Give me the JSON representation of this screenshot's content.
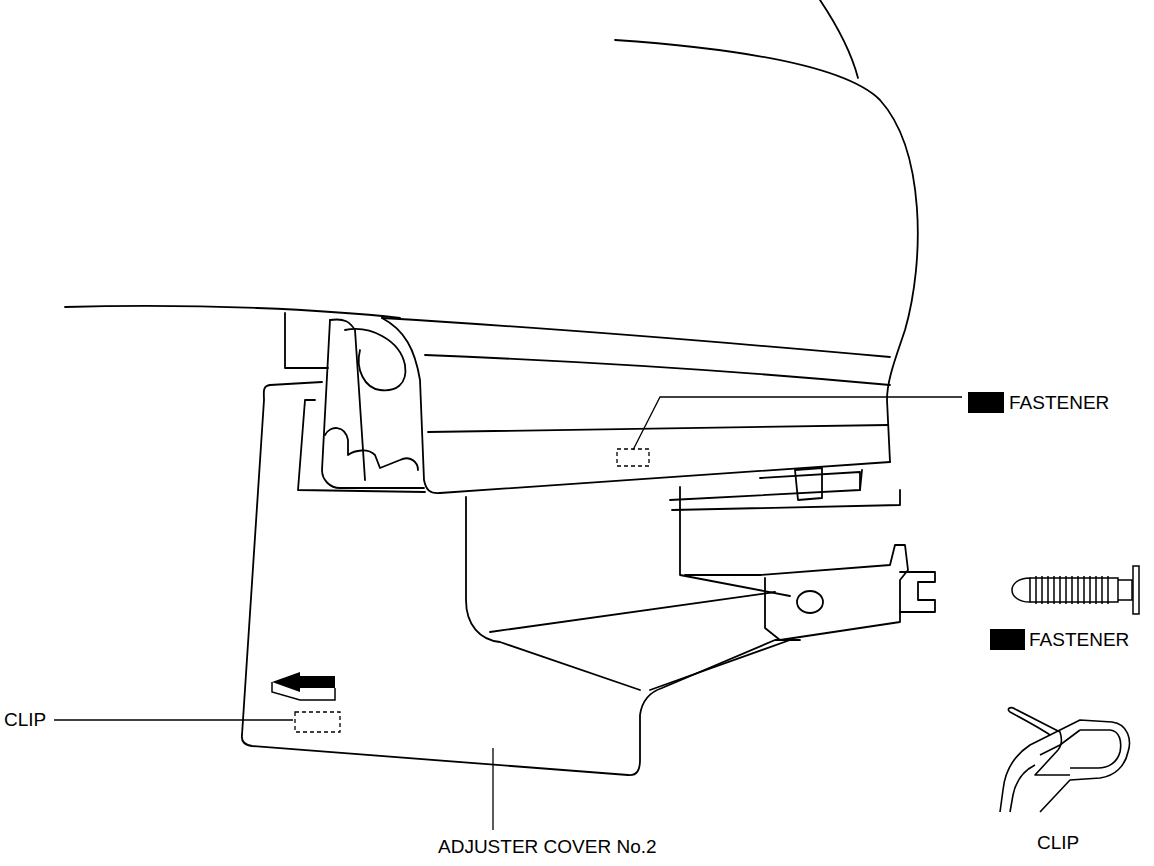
{
  "diagram": {
    "labels": [
      "FASTENER",
      "FASTENER",
      "CLIP",
      "ADJUSTER COVER No.2",
      "CLIP"
    ]
  }
}
